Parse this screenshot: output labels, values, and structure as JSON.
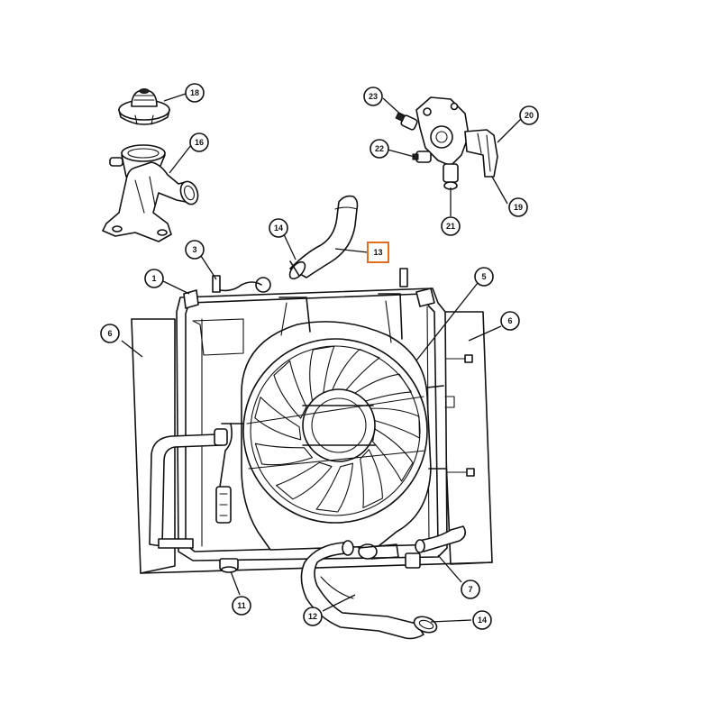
{
  "diagram": {
    "highlighted_callout": "13",
    "highlight_color": "#e07020",
    "line_color": "#111111",
    "callouts": {
      "c1": "1",
      "c3": "3",
      "c5": "5",
      "c6a": "6",
      "c6b": "6",
      "c7": "7",
      "c11": "11",
      "c12": "12",
      "c13": "13",
      "c14a": "14",
      "c14b": "14",
      "c16": "16",
      "c18": "18",
      "c19": "19",
      "c20": "20",
      "c21": "21",
      "c22": "22",
      "c23": "23"
    }
  }
}
